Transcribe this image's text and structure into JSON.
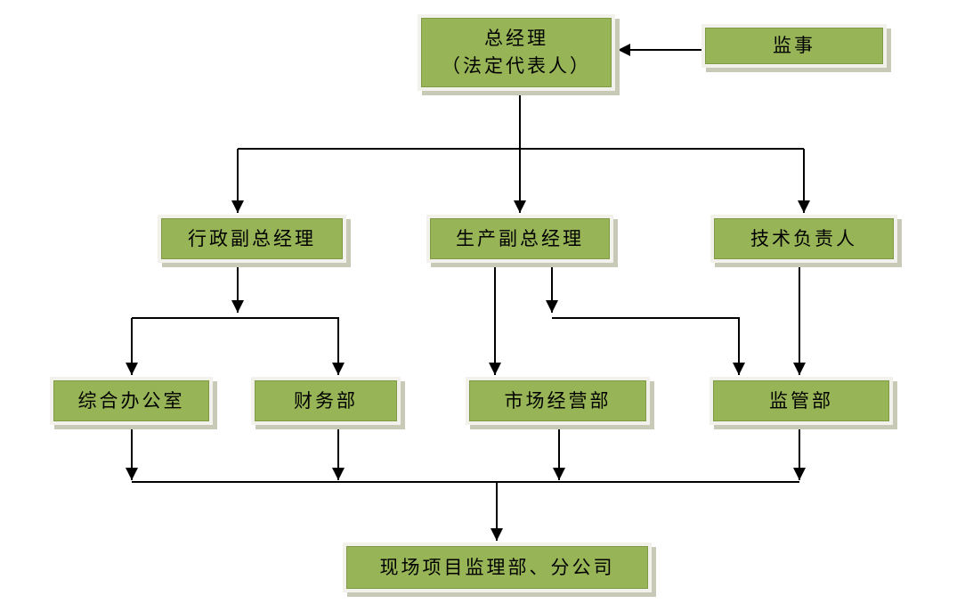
{
  "diagram": {
    "type": "org-chart",
    "background_color": "#ffffff",
    "node_fill_color": "#97b556",
    "node_frame_color": "#f2f1ec",
    "node_shadow_color": "#c9c9b8",
    "connector_color": "#000000",
    "nodes": {
      "gm": {
        "line1": "总经理",
        "line2": "（法定代表人）"
      },
      "supervisor": {
        "label": "监事"
      },
      "admin": {
        "label": "行政副总经理"
      },
      "production": {
        "label": "生产副总经理"
      },
      "tech": {
        "label": "技术负责人"
      },
      "office": {
        "label": "综合办公室"
      },
      "finance": {
        "label": "财务部"
      },
      "market": {
        "label": "市场经营部"
      },
      "supervision": {
        "label": "监管部"
      },
      "site": {
        "label": "现场项目监理部、分公司"
      }
    },
    "edges": [
      {
        "from": "监事",
        "to": "总经理（法定代表人）",
        "style": "arrow-left"
      },
      {
        "from": "总经理（法定代表人）",
        "to": "行政副总经理",
        "style": "arrow-down"
      },
      {
        "from": "总经理（法定代表人）",
        "to": "生产副总经理",
        "style": "arrow-down"
      },
      {
        "from": "总经理（法定代表人）",
        "to": "技术负责人",
        "style": "arrow-down"
      },
      {
        "from": "行政副总经理",
        "to": "综合办公室",
        "style": "arrow-down"
      },
      {
        "from": "行政副总经理",
        "to": "财务部",
        "style": "arrow-down"
      },
      {
        "from": "生产副总经理",
        "to": "市场经营部",
        "style": "arrow-down"
      },
      {
        "from": "生产副总经理",
        "to": "监管部",
        "style": "arrow-down"
      },
      {
        "from": "技术负责人",
        "to": "监管部",
        "style": "arrow-down"
      },
      {
        "from": "综合办公室",
        "to": "现场项目监理部、分公司",
        "style": "arrow-down"
      },
      {
        "from": "财务部",
        "to": "现场项目监理部、分公司",
        "style": "arrow-down"
      },
      {
        "from": "市场经营部",
        "to": "现场项目监理部、分公司",
        "style": "arrow-down"
      },
      {
        "from": "监管部",
        "to": "现场项目监理部、分公司",
        "style": "arrow-down"
      }
    ]
  }
}
